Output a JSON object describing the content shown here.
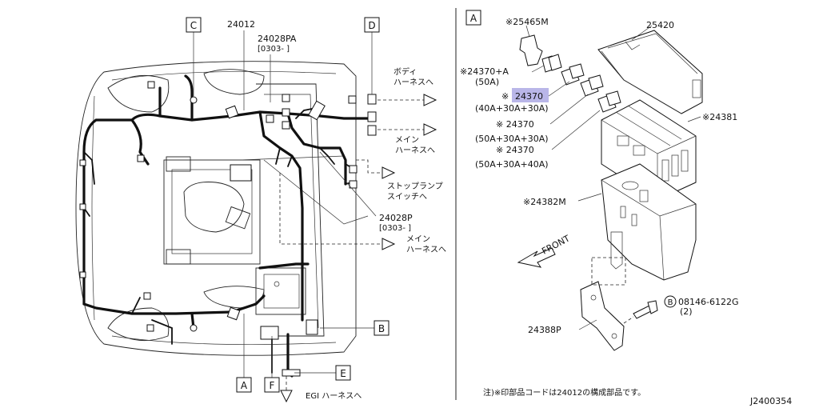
{
  "left_panel": {
    "callouts": {
      "c": "C",
      "d": "D",
      "a": "A",
      "f": "F",
      "e": "E",
      "b": "B"
    },
    "part_numbers": {
      "harness_main": "24012",
      "harness_pa": "24028PA",
      "harness_pa_date": "[0303-    ]",
      "harness_p": "24028P",
      "harness_p_date": "[0303-    ]"
    },
    "connections": {
      "body_harness_1": "ボディ",
      "body_harness_2": "ハーネスへ",
      "main_harness_top_1": "メイン",
      "main_harness_top_2": "ハーネスへ",
      "stop_lamp_1": "ストップランプ",
      "stop_lamp_2": "スイッチへ",
      "main_harness_mid_1": "メイン",
      "main_harness_mid_2": "ハーネスへ",
      "egi_harness": "EGI ハーネスへ"
    }
  },
  "right_panel": {
    "callout": "A",
    "parts": {
      "p25465m": "※25465M",
      "p24370a": "※24370+A",
      "p24370a_rating": "(50A)",
      "p24370_hl_prefix": "※",
      "p24370_hl": "24370",
      "p24370_hl_rating": "(40A+30A+30A)",
      "p24370_2": "※ 24370",
      "p24370_2_rating": "(50A+30A+30A)",
      "p24370_3": "※ 24370",
      "p24370_3_rating": "(50A+30A+40A)",
      "p25420": "25420",
      "p24381": "※24381",
      "p24382m": "※24382M",
      "p24388p": "24388P",
      "bolt_symbol": "B",
      "bolt": "08146-6122G",
      "bolt_qty": "(2)",
      "front": "FRONT"
    },
    "highlight_color": "#b9b6e8"
  },
  "footer": {
    "note": "注)※印部品コードは24012の構成部品です。",
    "diagram_id": "J2400354"
  }
}
